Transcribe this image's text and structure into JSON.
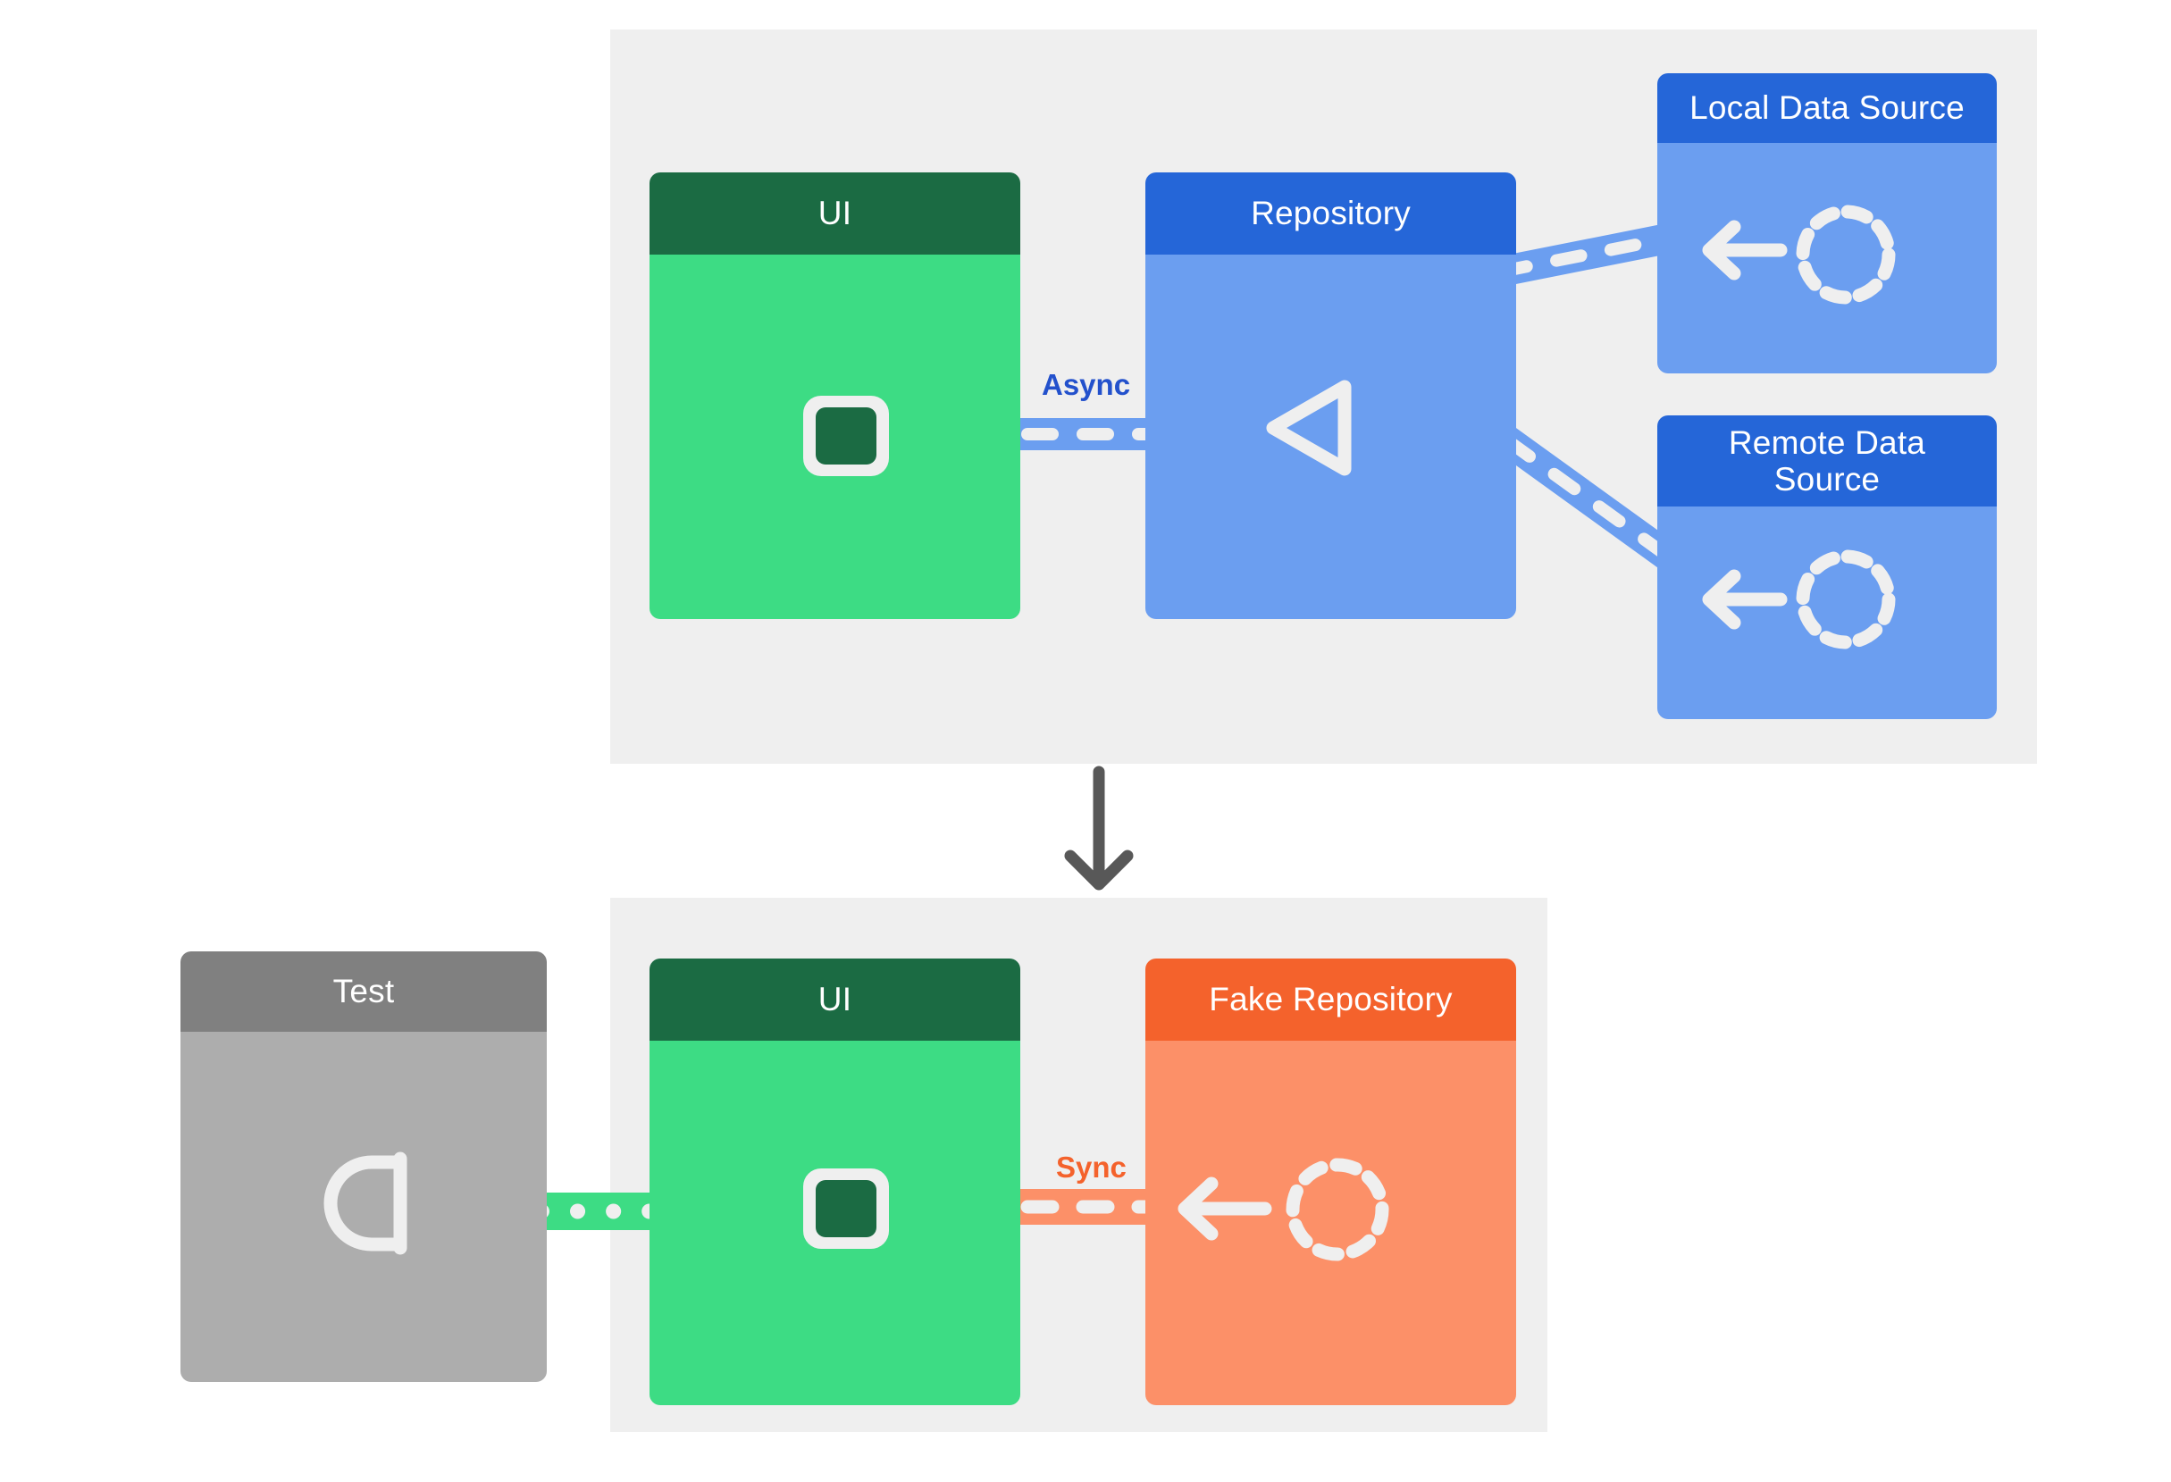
{
  "diagram": {
    "title": "Repository pattern: production async architecture vs. test architecture with fake repository",
    "type": "architecture-diagram",
    "transition_icon": "down-arrow-icon",
    "transition_arrow_color": "#585858",
    "background": "#ffffff",
    "panel_background": "#efefef"
  },
  "panels": [
    {
      "id": "production",
      "name": "production-architecture-panel",
      "cards": [
        {
          "id": "ui-top",
          "name": "ui-card",
          "title": "UI",
          "header_color": "#1b6b43",
          "body_color": "#3ddc84",
          "port": {
            "type": "required-interface-square",
            "icon": "square-port-icon",
            "color": "#1b6b43"
          }
        },
        {
          "id": "repository",
          "name": "repository-card",
          "title": "Repository",
          "header_color": "#2566d8",
          "body_color": "#6b9ef0",
          "port": {
            "type": "provided-interface-triangle",
            "icon": "triangle-left-icon",
            "color": "#efefef"
          }
        },
        {
          "id": "local-data-source",
          "name": "local-data-source-card",
          "title": "Local Data Source",
          "header_color": "#2566d8",
          "body_color": "#6b9ef0",
          "icons": [
            "arrow-left-icon",
            "dashed-circle-icon"
          ]
        },
        {
          "id": "remote-data-source",
          "name": "remote-data-source-card",
          "title": "Remote Data Source",
          "header_color": "#2566d8",
          "body_color": "#6b9ef0",
          "icons": [
            "arrow-left-icon",
            "dashed-circle-icon"
          ]
        }
      ],
      "connections": [
        {
          "id": "ui-repository",
          "name": "async-connector",
          "label": "Async",
          "label_color": "#2351cc",
          "band_color": "#6b9ef0",
          "dash_color": "#efefef",
          "style": "dashed",
          "from": "ui-top",
          "to": "repository"
        },
        {
          "id": "repository-local",
          "name": "repository-to-local-connector",
          "label": "",
          "band_color": "#6b9ef0",
          "dash_color": "#efefef",
          "style": "dashed",
          "from": "repository",
          "to": "local-data-source"
        },
        {
          "id": "repository-remote",
          "name": "repository-to-remote-connector",
          "label": "",
          "band_color": "#6b9ef0",
          "dash_color": "#efefef",
          "style": "dashed",
          "from": "repository",
          "to": "remote-data-source"
        }
      ]
    },
    {
      "id": "test",
      "name": "test-architecture-panel",
      "cards": [
        {
          "id": "test-card",
          "name": "test-card",
          "title": "Test",
          "header_color": "#808080",
          "body_color": "#adadad",
          "port": {
            "type": "socket",
            "icon": "socket-d-icon",
            "color": "#efefef"
          }
        },
        {
          "id": "ui-bottom",
          "name": "ui-card",
          "title": "UI",
          "header_color": "#1b6b43",
          "body_color": "#3ddc84",
          "port": {
            "type": "required-interface-square",
            "icon": "square-port-icon",
            "color": "#1b6b43"
          }
        },
        {
          "id": "fake-repository",
          "name": "fake-repository-card",
          "title": "Fake Repository",
          "header_color": "#f4622c",
          "body_color": "#fc9068",
          "icons": [
            "arrow-left-icon",
            "dashed-circle-icon"
          ]
        }
      ],
      "connections": [
        {
          "id": "test-ui",
          "name": "test-to-ui-connector",
          "label": "",
          "band_color": "#3ddc84",
          "dash_color": "#efefef",
          "style": "dotted",
          "from": "test-card",
          "to": "ui-bottom"
        },
        {
          "id": "ui-fake",
          "name": "sync-connector",
          "label": "Sync",
          "label_color": "#f4622c",
          "band_color": "#fc9068",
          "dash_color": "#efefef",
          "style": "dashed",
          "from": "ui-bottom",
          "to": "fake-repository"
        }
      ]
    }
  ]
}
